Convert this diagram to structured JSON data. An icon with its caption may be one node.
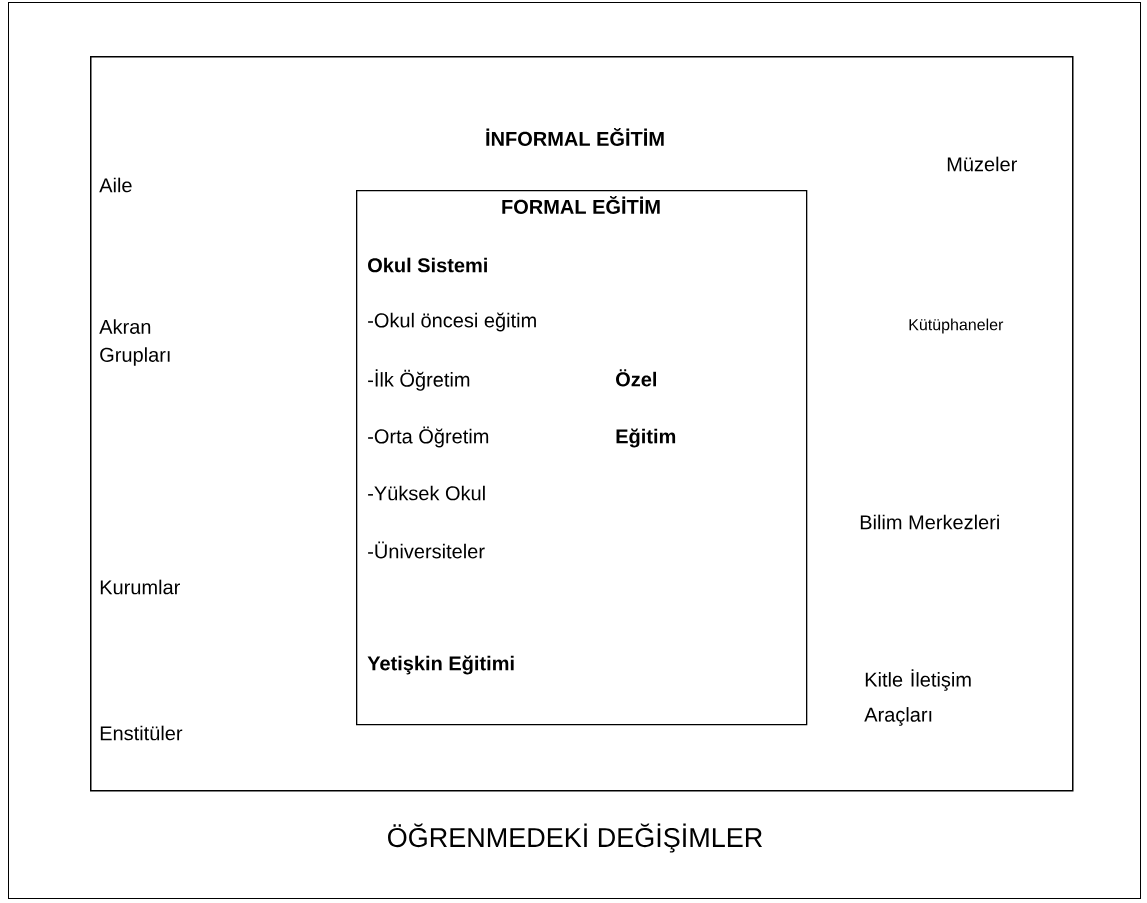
{
  "diagram": {
    "nodes": [
      {
        "text": [
          "ÖĞRENMEDEKİ DEĞİŞİMLER"
        ]
      },
      {
        "text": [
          "İNFORMAL EĞİTİM"
        ],
        "in": 0
      },
      {
        "text": [
          "FORMAL EĞİTİM",
          "Okul Sistemi",
          "-Okul öncesi eğitim",
          "-İlk Öğretim",
          "-Orta Öğretim",
          "-Yüksek Okul",
          "-Üniversiteler",
          "Yetişkin Eğitimi",
          "Özel Eğitim"
        ],
        "in": 1
      }
    ],
    "labels": [
      "Aile",
      "Müzeler",
      "Akran Grupları",
      "Kütüphaneler",
      "Bilim Merkezleri",
      "Kurumlar",
      "Kitle İletişim Araçları",
      "Enstitüler"
    ]
  }
}
